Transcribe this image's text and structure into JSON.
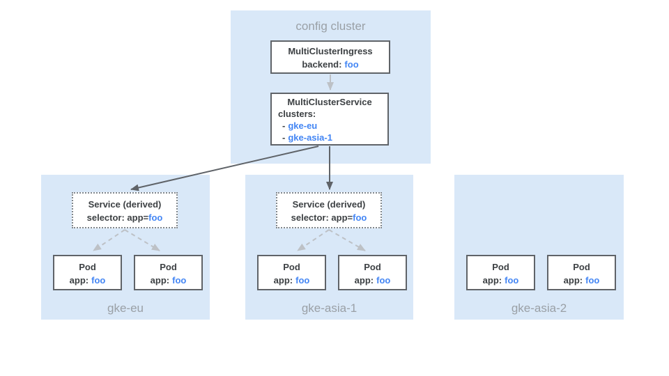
{
  "colors": {
    "panel_bg": "#D9E8F8",
    "box_border": "#5F6368",
    "dotted_border": "#80868B",
    "text_dark": "#3C4043",
    "text_blue": "#4285F4",
    "text_gray_label": "#9AA0A6",
    "arrow_dark": "#5F6368",
    "arrow_light": "#BDC1C6"
  },
  "config_cluster": {
    "label": "config cluster",
    "ingress": {
      "title": "MultiClusterIngress",
      "backend_label": "backend:",
      "backend_value": "foo"
    },
    "service": {
      "title": "MultiClusterService",
      "clusters_label": "clusters:",
      "items": [
        {
          "dash": "-",
          "name": "gke-eu"
        },
        {
          "dash": "-",
          "name": "gke-asia-1"
        }
      ]
    }
  },
  "clusters": [
    {
      "name": "gke-eu",
      "service": {
        "title": "Service (derived)",
        "selector_label": "selector: app=",
        "selector_value": "foo"
      },
      "pods": [
        {
          "title": "Pod",
          "app_label": "app:",
          "app_value": "foo"
        },
        {
          "title": "Pod",
          "app_label": "app:",
          "app_value": "foo"
        }
      ]
    },
    {
      "name": "gke-asia-1",
      "service": {
        "title": "Service (derived)",
        "selector_label": "selector: app=",
        "selector_value": "foo"
      },
      "pods": [
        {
          "title": "Pod",
          "app_label": "app:",
          "app_value": "foo"
        },
        {
          "title": "Pod",
          "app_label": "app:",
          "app_value": "foo"
        }
      ]
    },
    {
      "name": "gke-asia-2",
      "pods": [
        {
          "title": "Pod",
          "app_label": "app:",
          "app_value": "foo"
        },
        {
          "title": "Pod",
          "app_label": "app:",
          "app_value": "foo"
        }
      ]
    }
  ]
}
